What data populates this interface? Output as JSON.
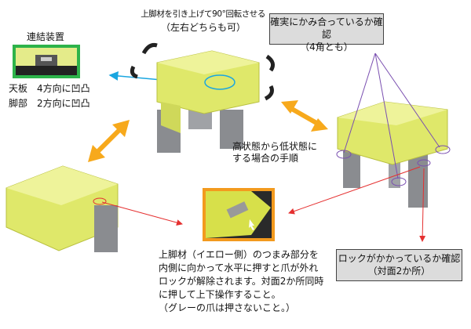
{
  "rotate_instruction": {
    "line1": "上脚材を引き上げて90°回転させる",
    "line2": "（左右どちらも可）"
  },
  "connector": {
    "title": "連結装置",
    "top_board": "天板　4方向に凹凸",
    "leg": "脚部　2方向に凹凸"
  },
  "check_engage": {
    "line1": "確実にかみ合っているか確認",
    "line2": "（4角とも）"
  },
  "high_to_low": {
    "line1": "高状態から低状態に",
    "line2": "する場合の手順"
  },
  "release_instructions": [
    "上脚材（イエロー側）のつまみ部分を",
    "内側に向かって水平に押すと爪が外れ",
    "ロックが解除されます。対面2か所同時",
    "に押して上下操作すること。",
    "（グレーの爪は押さないこと。）"
  ],
  "check_lock": {
    "line1": "ロックがかかっているか確認",
    "line2": "（対面2か所）"
  },
  "colors": {
    "yellow": "#dfe86a",
    "gray": "#8a8c90",
    "arrow_orange": "#f7a91c",
    "green_frame": "#2db34a",
    "orange_frame": "#f39a1e",
    "red_arrow": "#e53030",
    "purple": "#7a4fb0",
    "blue_arrow": "#1aa6e0"
  }
}
